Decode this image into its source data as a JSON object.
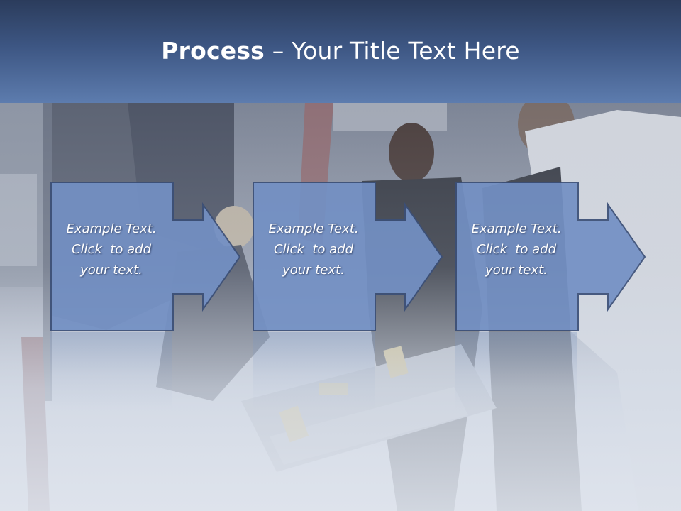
{
  "slide": {
    "title_bold": "Process",
    "title_rest": " – Your Title Text Here"
  },
  "steps": [
    {
      "text": "Example Text.\nClick  to add\nyour text."
    },
    {
      "text": "Example Text.\nClick  to add\nyour text."
    },
    {
      "text": "Example Text.\nClick  to add\nyour text."
    }
  ],
  "colors": {
    "header_top": "#2b3c5c",
    "header_bottom": "#5d7cae",
    "box_fill": "#7390c4",
    "box_stroke": "#3b4f77"
  }
}
